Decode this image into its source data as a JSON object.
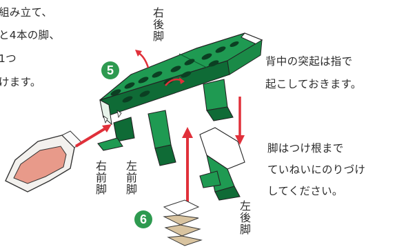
{
  "colors": {
    "body_green": "#1f9a52",
    "dark_green": "#0f6b36",
    "arrow_red": "#e0303a",
    "step_badge": "#2e9a50",
    "mouth_pink": "#e89a8a",
    "base_tan": "#d9c4a0"
  },
  "instructions": {
    "top_left_lines": [
      "組み立て、",
      "と4本の脚、",
      "1つ",
      "けます。"
    ],
    "back_spikes_lines": [
      "背中の突起は指で",
      "起こしておきます。"
    ],
    "legs_glue_lines": [
      "脚はつけ根まで",
      "ていねいにのりづけ",
      "してください。"
    ]
  },
  "labels": {
    "right_hind_leg": "右後脚",
    "right_front_leg": "右前脚",
    "left_front_leg": "左前脚",
    "left_hind_leg": "左後脚"
  },
  "steps": {
    "step5": "5",
    "step6": "6"
  }
}
